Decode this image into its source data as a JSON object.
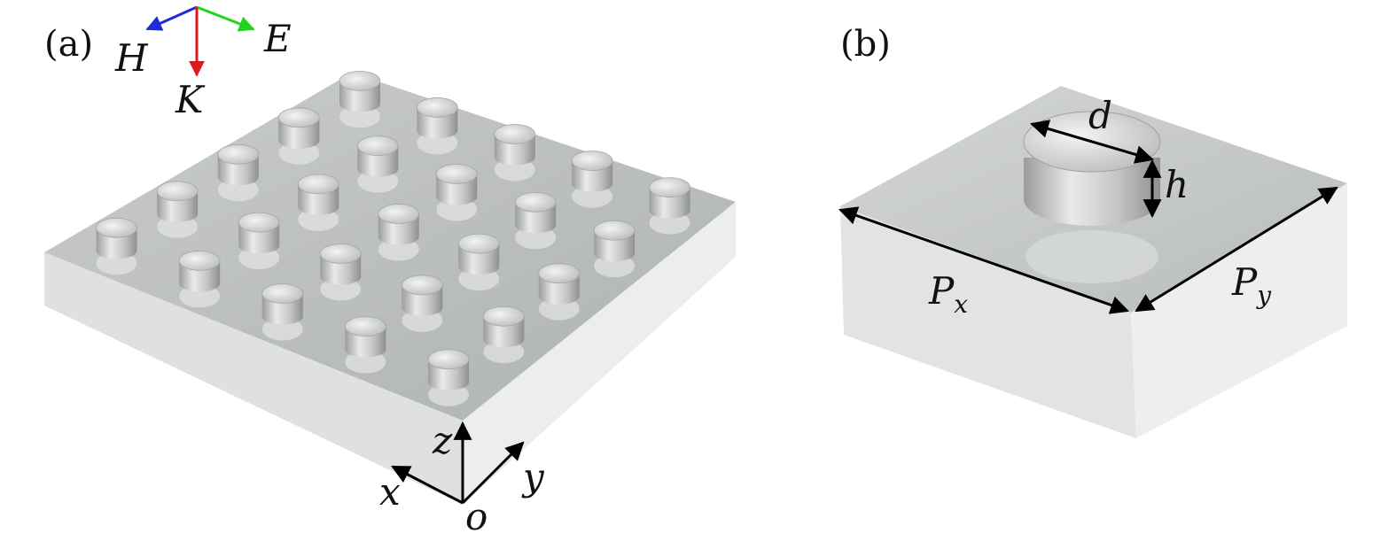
{
  "panels": [
    {
      "label": "(a)"
    },
    {
      "label": "(b)"
    }
  ],
  "field_axes": {
    "colors": {
      "H": "#1f2bd6",
      "E": "#22d41e",
      "K": "#e01818"
    },
    "labels": {
      "H": "H",
      "E": "E",
      "K": "K"
    }
  },
  "coord_axes": {
    "x": "x",
    "y": "y",
    "z": "z",
    "origin": "o"
  },
  "unit_cell": {
    "d": "d",
    "h": "h",
    "px_main": "P",
    "px_sub": "x",
    "py_main": "P",
    "py_sub": "y"
  },
  "array": {
    "rows": 5,
    "cols": 5
  },
  "colors": {
    "slab_top": "#bdc1bf",
    "slab_front_left": "#dfe2e1",
    "slab_front_right": "#eef0ef",
    "pillar": "#d4d6d5"
  }
}
